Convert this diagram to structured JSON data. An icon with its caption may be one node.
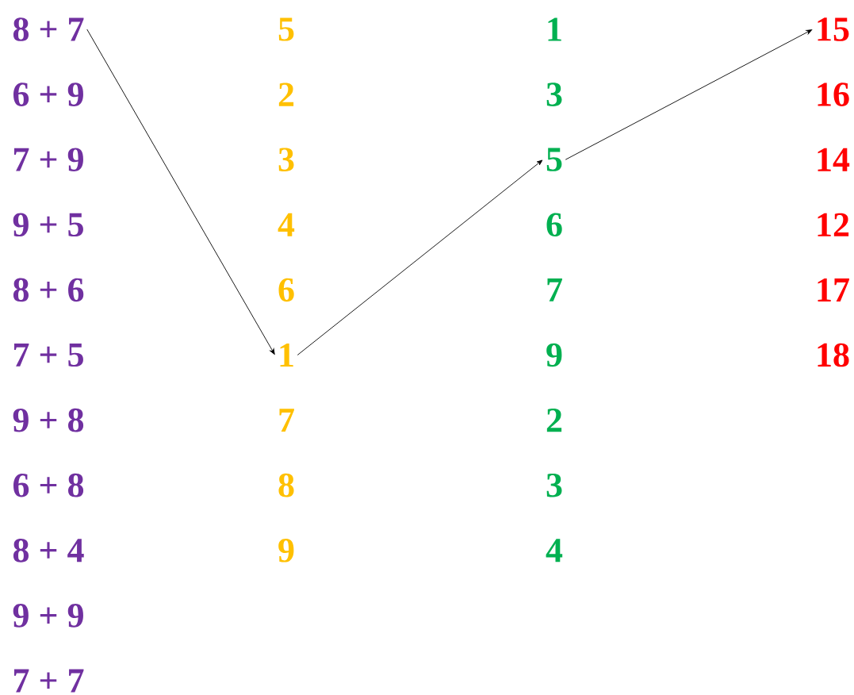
{
  "diagram": {
    "nodes": [
      {
        "text": [
          "8 + 7"
        ]
      },
      {
        "text": [
          "1"
        ]
      },
      {
        "text": [
          "5"
        ]
      },
      {
        "text": [
          "15"
        ]
      }
    ],
    "edges": [
      {
        "from": 0,
        "to": 1,
        "arrow": "to"
      },
      {
        "from": 1,
        "to": 2,
        "arrow": "to"
      },
      {
        "from": 2,
        "to": 3,
        "arrow": "to"
      }
    ],
    "labels": [
      "5",
      "1",
      "6 + 9",
      "2",
      "3",
      "16",
      "7 + 9",
      "3",
      "14",
      "9 + 5",
      "4",
      "6",
      "12",
      "8 + 6",
      "6",
      "7",
      "17",
      "7 + 5",
      "9",
      "18",
      "9 + 8",
      "7",
      "2",
      "6 + 8",
      "8",
      "3",
      "8 + 4",
      "9",
      "4",
      "9 + 9",
      "7 + 7"
    ]
  }
}
